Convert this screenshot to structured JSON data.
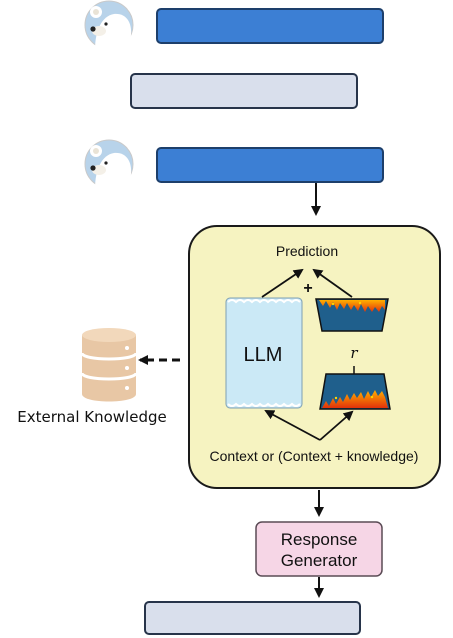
{
  "diagram": {
    "prediction_label": "Prediction",
    "llm_label": "LLM",
    "plus_label": "+",
    "r_label": "r",
    "context_label": "Context or (Context + knowledge)",
    "external_knowledge_label": "External Knowledge",
    "response_generator_line1": "Response",
    "response_generator_line2": "Generator"
  },
  "colors": {
    "user_bar": "#3c7fd4",
    "reply_bar": "#d9dfec",
    "module_bg": "#f6f3c1",
    "llm_box": "#cbe9f6",
    "response_box": "#f6d6e6",
    "trapezoid": "#1f5f8c",
    "flame": "#ff7a1a",
    "database": "#e8c7a5"
  },
  "icons": {
    "avatar": "polar-bear-icon",
    "database": "database-icon"
  }
}
